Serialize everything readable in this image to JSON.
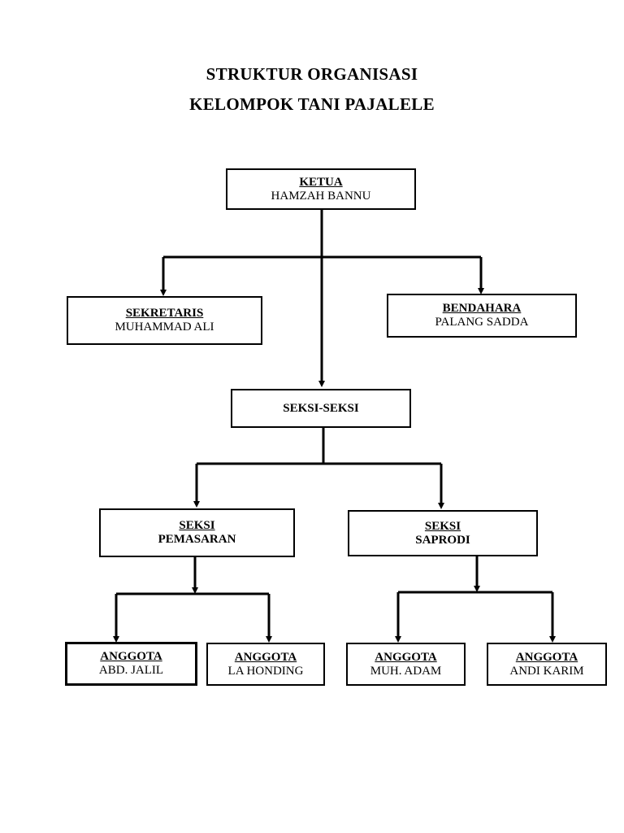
{
  "title": {
    "line1": "STRUKTUR ORGANISASI",
    "line2": "KELOMPOK TANI PAJALELE"
  },
  "nodes": {
    "ketua": {
      "role": "KETUA",
      "name": "HAMZAH BANNU"
    },
    "sekretaris": {
      "role": "SEKRETARIS",
      "name": "MUHAMMAD ALI"
    },
    "bendahara": {
      "role": "BENDAHARA",
      "name": "PALANG SADDA"
    },
    "seksi_seksi": {
      "label": "SEKSI-SEKSI"
    },
    "seksi_pemasaran": {
      "role": "SEKSI",
      "name": "PEMASARAN"
    },
    "seksi_saprodi": {
      "role": "SEKSI",
      "name": "SAPRODI"
    },
    "anggota_1": {
      "role": "ANGGOTA",
      "name": "ABD. JALIL"
    },
    "anggota_2": {
      "role": "ANGGOTA",
      "name": "LA HONDING"
    },
    "anggota_3": {
      "role": "ANGGOTA",
      "name": "MUH. ADAM"
    },
    "anggota_4": {
      "role": "ANGGOTA",
      "name": "ANDI KARIM"
    }
  },
  "edges": [
    [
      "ketua",
      "sekretaris"
    ],
    [
      "ketua",
      "bendahara"
    ],
    [
      "ketua",
      "seksi_seksi"
    ],
    [
      "seksi_seksi",
      "seksi_pemasaran"
    ],
    [
      "seksi_seksi",
      "seksi_saprodi"
    ],
    [
      "seksi_pemasaran",
      "anggota_1"
    ],
    [
      "seksi_pemasaran",
      "anggota_2"
    ],
    [
      "seksi_saprodi",
      "anggota_3"
    ],
    [
      "seksi_saprodi",
      "anggota_4"
    ]
  ]
}
